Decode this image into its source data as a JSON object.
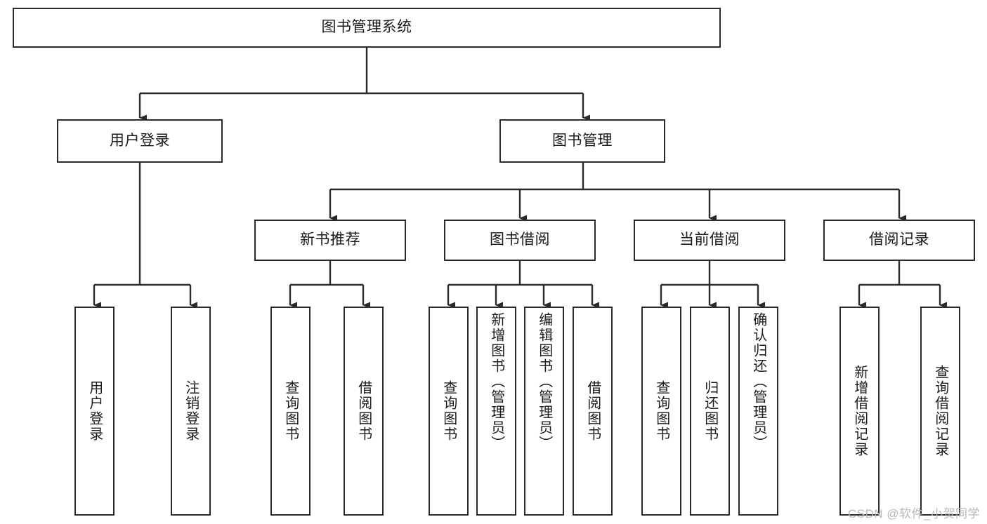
{
  "diagram": {
    "title": "图书管理系统",
    "type": "hierarchy-tree",
    "watermark": "CSDN @软件_小贺同学",
    "colors": {
      "node_border": "#2b2b2b",
      "node_fill": "#ffffff",
      "connector": "#2b2b2b",
      "text": "#1a1a1a",
      "watermark": "#b9b9b9"
    },
    "levels": [
      {
        "level": 1,
        "nodes": [
          {
            "id": "root",
            "label": "图书管理系统",
            "orientation": "horizontal"
          }
        ]
      },
      {
        "level": 2,
        "nodes": [
          {
            "id": "user-login",
            "label": "用户登录",
            "orientation": "horizontal",
            "parent": "root"
          },
          {
            "id": "book-manage",
            "label": "图书管理",
            "orientation": "horizontal",
            "parent": "root"
          }
        ]
      },
      {
        "level": 3,
        "nodes": [
          {
            "id": "new-book-rec",
            "label": "新书推荐",
            "orientation": "horizontal",
            "parent": "book-manage"
          },
          {
            "id": "book-borrow",
            "label": "图书借阅",
            "orientation": "horizontal",
            "parent": "book-manage"
          },
          {
            "id": "current-borrow",
            "label": "当前借阅",
            "orientation": "horizontal",
            "parent": "book-manage"
          },
          {
            "id": "borrow-record",
            "label": "借阅记录",
            "orientation": "horizontal",
            "parent": "book-manage"
          }
        ]
      },
      {
        "level": 4,
        "nodes": [
          {
            "id": "leaf-user-login",
            "label": "用户登录",
            "orientation": "vertical",
            "parent": "user-login"
          },
          {
            "id": "leaf-user-logout",
            "label": "注销登录",
            "orientation": "vertical",
            "parent": "user-login"
          },
          {
            "id": "leaf-query-book-1",
            "label": "查询图书",
            "orientation": "vertical",
            "parent": "new-book-rec"
          },
          {
            "id": "leaf-borrow-book-1",
            "label": "借阅图书",
            "orientation": "vertical",
            "parent": "new-book-rec"
          },
          {
            "id": "leaf-query-book-2",
            "label": "查询图书",
            "orientation": "vertical",
            "parent": "book-borrow"
          },
          {
            "id": "leaf-add-book",
            "label": "新增图书（管理员）",
            "orientation": "vertical",
            "parent": "book-borrow"
          },
          {
            "id": "leaf-edit-book",
            "label": "编辑图书（管理员）",
            "orientation": "vertical",
            "parent": "book-borrow"
          },
          {
            "id": "leaf-borrow-book-2",
            "label": "借阅图书",
            "orientation": "vertical",
            "parent": "book-borrow"
          },
          {
            "id": "leaf-query-book-3",
            "label": "查询图书",
            "orientation": "vertical",
            "parent": "current-borrow"
          },
          {
            "id": "leaf-return-book",
            "label": "归还图书",
            "orientation": "vertical",
            "parent": "current-borrow"
          },
          {
            "id": "leaf-confirm-return",
            "label": "确认归还（管理员）",
            "orientation": "vertical",
            "parent": "current-borrow"
          },
          {
            "id": "leaf-add-record",
            "label": "新增借阅记录",
            "orientation": "vertical",
            "parent": "borrow-record"
          },
          {
            "id": "leaf-query-record",
            "label": "查询借阅记录",
            "orientation": "vertical",
            "parent": "borrow-record"
          }
        ]
      }
    ]
  }
}
